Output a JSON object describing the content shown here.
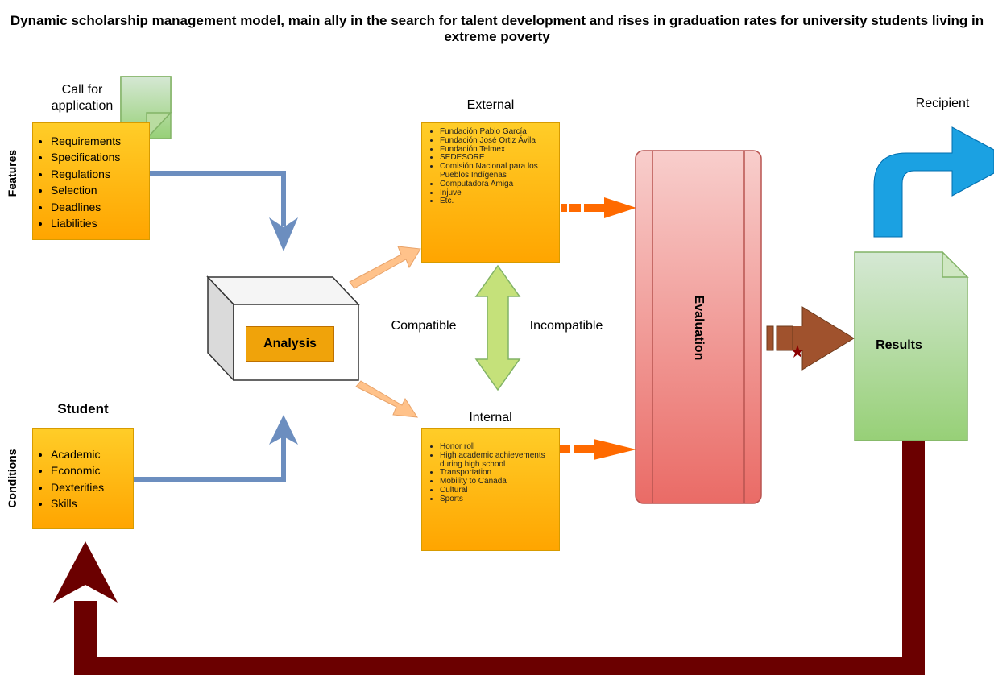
{
  "title": "Dynamic scholarship management model, main ally in the search for talent development and rises in graduation rates for university students living in extreme poverty",
  "call_for_application": "Call for application",
  "features": {
    "label": "Features",
    "items": [
      "Requirements",
      "Specifications",
      "Regulations",
      "Selection",
      "Deadlines",
      "Liabilities"
    ]
  },
  "conditions": {
    "label": "Conditions",
    "heading": "Student",
    "items": [
      "Academic",
      "Economic",
      "Dexterities",
      "Skills"
    ]
  },
  "analysis": "Analysis",
  "external": {
    "heading": "External",
    "items": [
      "Fundación Pablo García",
      "Fundación José Ortiz Ávila",
      "Fundación Telmex",
      "SEDESORE",
      "Comisión Nacional para los Pueblos Indígenas",
      "Computadora Amiga",
      "Injuve",
      "Etc."
    ]
  },
  "internal": {
    "heading": "Internal",
    "items": [
      "Honor roll",
      "High academic achievements during high school",
      "Transportation",
      "Mobility to Canada",
      "Cultural",
      "Sports"
    ]
  },
  "compatible": "Compatible",
  "incompatible": "Incompatible",
  "evaluation": "Evaluation",
  "results": "Results",
  "recipient": "Recipient",
  "colors": {
    "orange_box": "#ffb300",
    "blue_arrow": "#6c8ebf",
    "peach_arrow": "#ffc28a",
    "green_arrow": "#c5e17a",
    "orange_dash": "#ff6a00",
    "brown_arrow": "#a0522d",
    "feedback_arrow": "#6b0000",
    "recipient_arrow": "#1ba1e2",
    "evaluation_fill": "#ea6b66",
    "results_fill": "#97d077"
  }
}
